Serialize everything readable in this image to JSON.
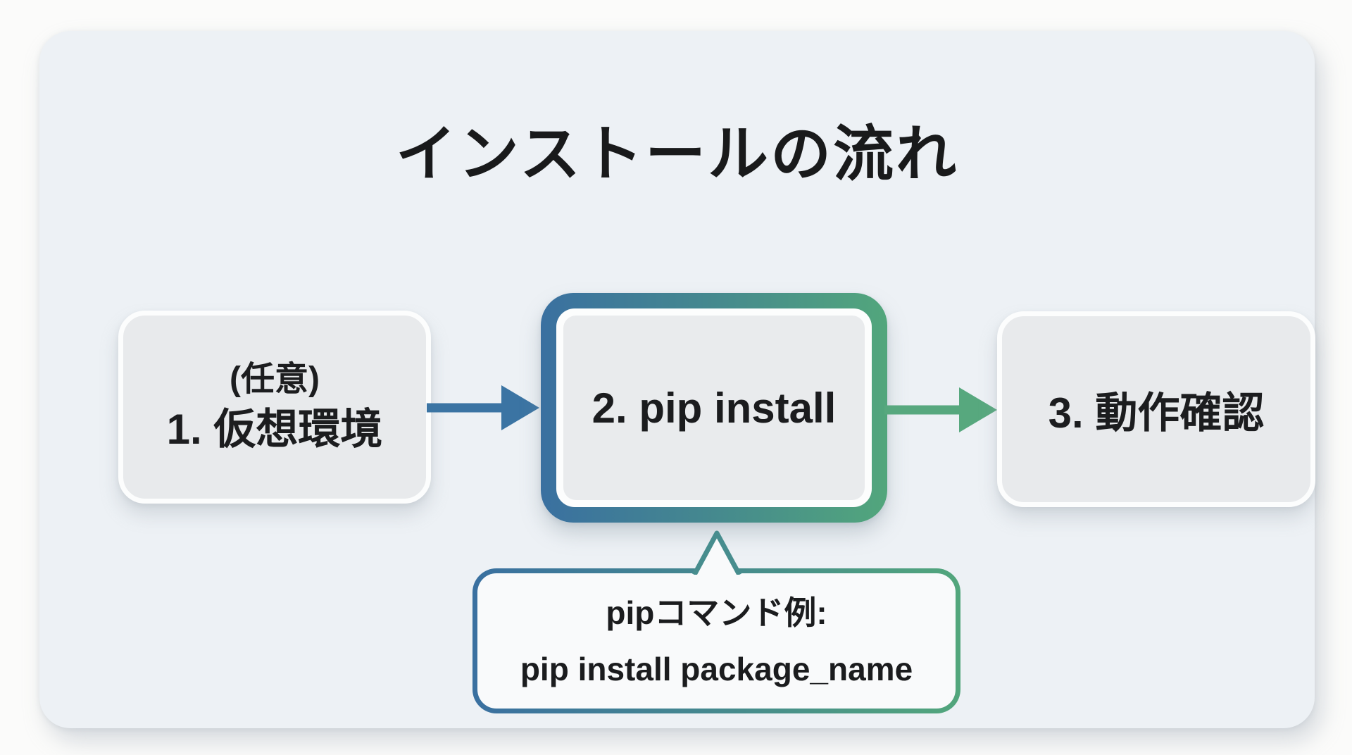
{
  "title": "インストールの流れ",
  "steps": [
    {
      "id": "step-1",
      "optional_note": "(任意)",
      "label": "1. 仮想環境"
    },
    {
      "id": "step-2",
      "label": "2. pip install"
    },
    {
      "id": "step-3",
      "label": "3. 動作確認"
    }
  ],
  "callout": {
    "heading": "pipコマンド例:",
    "command": "pip install package_name"
  },
  "colors": {
    "flow_blue": "#3B74A3",
    "flow_green": "#54A77C",
    "flow_teal": "#478D8E",
    "card_background": "#EDF1F5",
    "box_fill": "#E8EAEC",
    "callout_fill": "#F9FAFB",
    "text": "#1B1C1E"
  }
}
